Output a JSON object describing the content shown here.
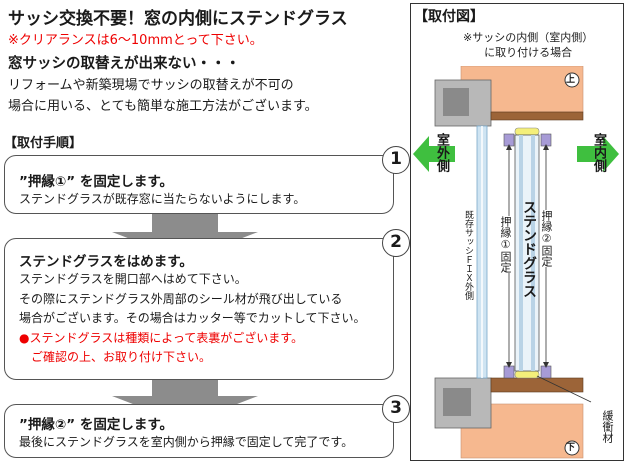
{
  "header": {
    "title": "サッシ交換不要！窓の内側にステンドグラス",
    "clearance_note": "※クリアランスは6～10mmとって下さい。",
    "subtitle": "窓サッシの取替えが出来ない・・・",
    "description_lines": [
      "リフォームや新築現場でサッシの取替えが不可の",
      "場合に用いる、とても簡単な施工方法がございます。"
    ]
  },
  "steps_heading": "【取付手順】",
  "steps": [
    {
      "number": "1",
      "title": "”押縁①” を固定します。",
      "lines": [
        "ステンドグラスが既存窓に当たらないようにします。"
      ]
    },
    {
      "number": "2",
      "title": "ステンドグラスをはめます。",
      "lines": [
        "ステンドグラスを開口部へはめて下さい。",
        "その際にステンドグラス外周部のシール材が飛び出している",
        "場合がございます。その場合はカッター等でカットして下さい。"
      ],
      "warning_lines": [
        "●ステンドグラスは種類によって表裏がございます。",
        "　ご確認の上、お取り付け下さい。"
      ]
    },
    {
      "number": "3",
      "title": "”押縁②” を固定します。",
      "lines": [
        "最後にステンドグラスを室内側から押縁で固定して完了です。"
      ]
    }
  ],
  "figure": {
    "title": "【取付図】",
    "note_lines": [
      "※サッシの内側（室内側）",
      "に取り付ける場合"
    ],
    "top_label": "上",
    "bottom_label": "下",
    "outside_label": "室外側",
    "inside_label": "室内側",
    "existing_sash_label": "既存サッシＦＩＸ外側",
    "bead1_label": "押縁①固定",
    "stained_glass_label": "ステンドグラス",
    "bead2_label": "押縁②固定",
    "cushion_label": "緩衝材"
  },
  "colors": {
    "accent_red": "#ee0000",
    "wall": "#f6b88f",
    "frame_brown": "#9c6438",
    "arrow_green": "#3fbf3f",
    "glass_blue": "#cfe4f2",
    "sash_gray": "#b8b8b8",
    "step_arrow_gray": "#8c8c8c",
    "cushion_yellow": "#f4ef7a",
    "bead_purple": "#a79bd6"
  }
}
